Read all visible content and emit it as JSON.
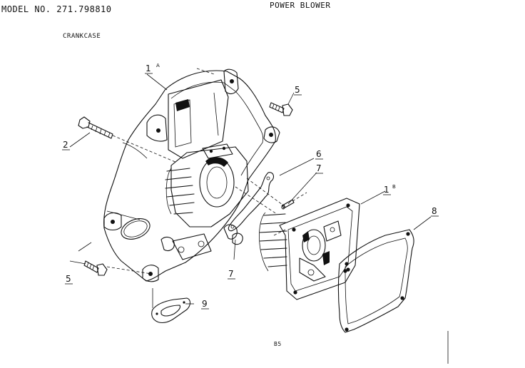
{
  "header": {
    "model_text": "MODEL NO. 271.798810",
    "title": "POWER BLOWER"
  },
  "section_label": "CRANKCASE",
  "page_number": "B5",
  "callouts": [
    {
      "id": "1",
      "label": "1",
      "suffix": "A"
    },
    {
      "id": "1b",
      "label": "1",
      "suffix": "B"
    },
    {
      "id": "2",
      "label": "2"
    },
    {
      "id": "5a",
      "label": "5"
    },
    {
      "id": "5b",
      "label": "5"
    },
    {
      "id": "6",
      "label": "6"
    },
    {
      "id": "7a",
      "label": "7"
    },
    {
      "id": "7b",
      "label": "7"
    },
    {
      "id": "8",
      "label": "8"
    },
    {
      "id": "9",
      "label": "9"
    }
  ]
}
